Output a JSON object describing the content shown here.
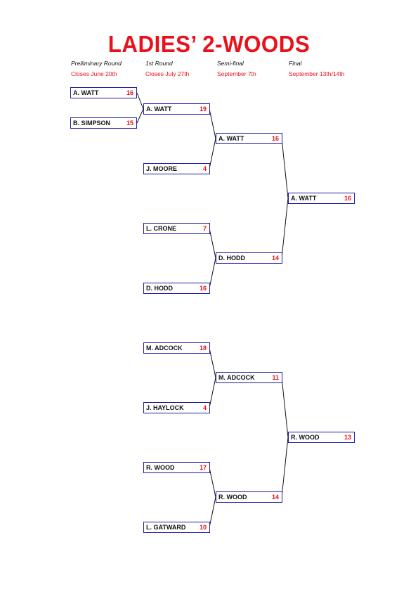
{
  "title": "LADIES’ 2-WOODS",
  "rounds": [
    {
      "name": "Preliiminary Round",
      "closes": "Closes June 20th"
    },
    {
      "name": "1st Round",
      "closes": "Closes July 27th"
    },
    {
      "name": "Semi-final",
      "closes": "September 7th"
    },
    {
      "name": "Final",
      "closes": "September 13th/14th"
    }
  ],
  "entries": [
    {
      "name": "A. WATT",
      "score": "16"
    },
    {
      "name": "B. SIMPSON",
      "score": "15"
    },
    {
      "name": "A. WATT",
      "score": "19"
    },
    {
      "name": "J. MOORE",
      "score": "4"
    },
    {
      "name": "L. CRONE",
      "score": "7"
    },
    {
      "name": "D. HODD",
      "score": "16"
    },
    {
      "name": "M. ADCOCK",
      "score": "18"
    },
    {
      "name": "J. HAYLOCK",
      "score": "4"
    },
    {
      "name": "R. WOOD",
      "score": "17"
    },
    {
      "name": "L. GATWARD",
      "score": "10"
    },
    {
      "name": "A. WATT",
      "score": "16"
    },
    {
      "name": "D. HODD",
      "score": "14"
    },
    {
      "name": "M. ADCOCK",
      "score": "11"
    },
    {
      "name": "R. WOOD",
      "score": "14"
    },
    {
      "name": "A. WATT",
      "score": "16"
    },
    {
      "name": "R. WOOD",
      "score": "13"
    }
  ],
  "colors": {
    "accent_red": "#e8121c",
    "box_border": "#1a1aa8",
    "text": "#111111"
  }
}
